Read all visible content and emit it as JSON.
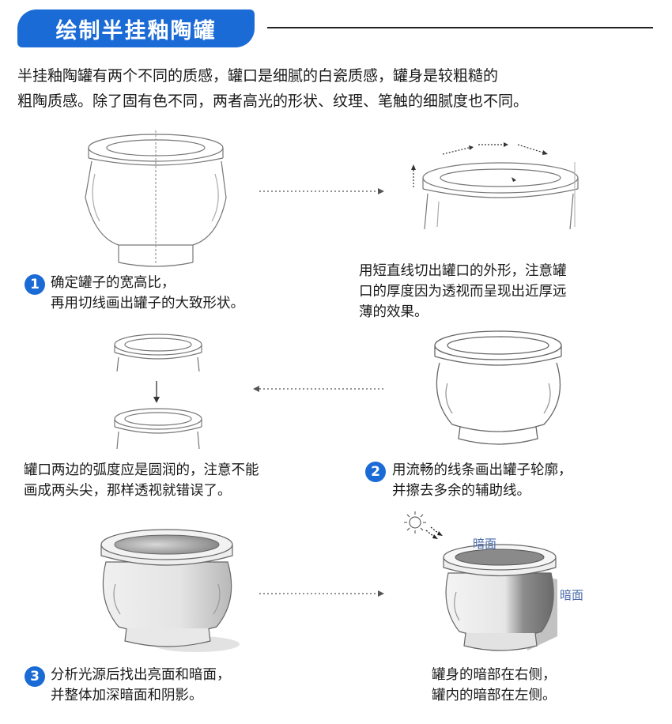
{
  "title": "绘制半挂釉陶罐",
  "intro": {
    "line1": "半挂釉陶罐有两个不同的质感，罐口是细腻的白瓷质感，罐身是较粗糙的",
    "line2": "粗陶质感。除了固有色不同，两者高光的形状、纹理、笔触的细腻度也不同。"
  },
  "steps": {
    "s1": {
      "num": "1",
      "line1": "确定罐子的宽高比，",
      "line2": "再用切线画出罐子的大致形状。"
    },
    "s2": {
      "num": "2",
      "line1": "用流畅的线条画出罐子轮廓，",
      "line2": "并擦去多余的辅助线。"
    },
    "s3": {
      "num": "3",
      "line1": "分析光源后找出亮面和暗面，",
      "line2": "并整体加深暗面和阴影。"
    }
  },
  "notes": {
    "rim_outline": {
      "line1": "用短直线切出罐口的外形，注意罐",
      "line2": "口的厚度因为透视而呈现出近厚远",
      "line3": "薄的效果。"
    },
    "rim_curvature": {
      "line1": "罐口两边的弧度应是圆润的，注意不能",
      "line2": "画成两头尖，那样透视就错误了。"
    },
    "dark_side": {
      "line1": "罐身的暗部在右侧，",
      "line2": "罐内的暗部在左侧。"
    }
  },
  "labels": {
    "dark_top": "暗面",
    "dark_right": "暗面"
  },
  "colors": {
    "accent": "#1b6bd6",
    "label": "#4a6aa8"
  }
}
